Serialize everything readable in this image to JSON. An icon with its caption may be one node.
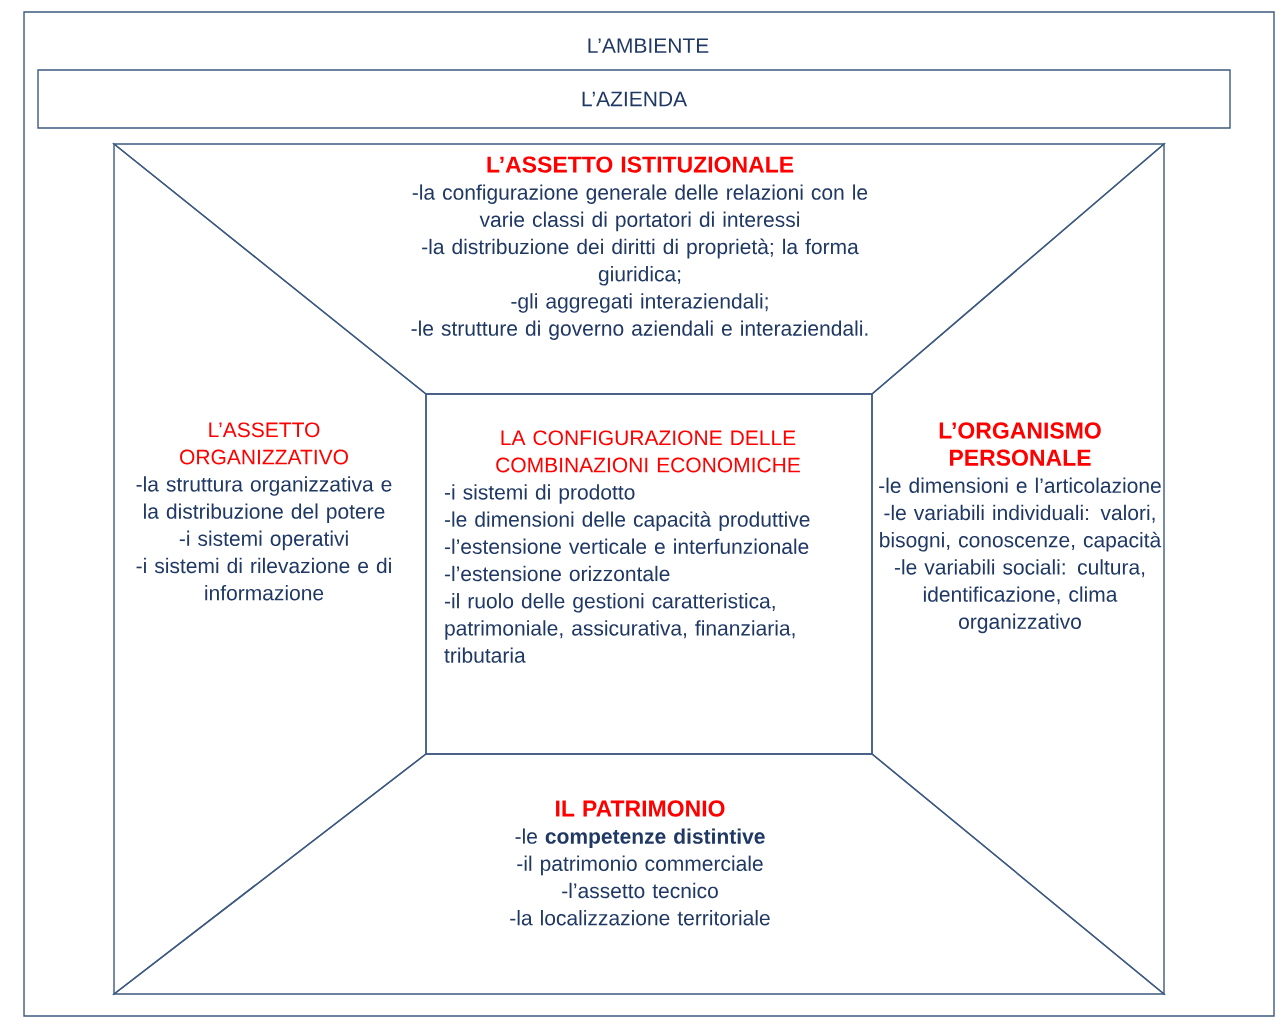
{
  "diagram": {
    "nodes": [
      {
        "text": [
          "L’AMBIENTE"
        ]
      },
      {
        "text": [
          "L’AZIENDA"
        ],
        "in": 0
      },
      {
        "text": [
          "L’ASSETTO ISTITUZIONALE",
          "-la configurazione generale delle relazioni con le varie classi di portatori di interessi",
          "-la distribuzione dei diritti di proprietà; la forma giuridica;",
          "-gli aggregati interaziendali;",
          "-le strutture di governo aziendali e interaziendali."
        ],
        "in": 0
      },
      {
        "text": [
          "L’ASSETTO ORGANIZZATIVO",
          "-la struttura organizzativa e la distribuzione del potere",
          "-i sistemi operativi",
          "-i sistemi di rilevazione e di informazione"
        ],
        "in": 0
      },
      {
        "text": [
          "LA CONFIGURAZIONE DELLE COMBINAZIONI ECONOMICHE",
          "-i sistemi di prodotto",
          "-le dimensioni delle capacità produttive",
          "-l’estensione verticale e interfunzionale",
          "-l’estensione orizzontale",
          "-il ruolo delle gestioni caratteristica, patrimoniale, assicurativa, finanziaria, tributaria"
        ],
        "in": 0
      },
      {
        "text": [
          "L’ORGANISMO PERSONALE",
          "-le dimensioni e l’articolazione",
          "-le variabili individuali: valori, bisogni, conoscenze, capacità",
          "-le variabili sociali: cultura, identificazione, clima organizzativo"
        ],
        "in": 0
      },
      {
        "text": [
          "IL PATRIMONIO",
          "-le **competenze distintive**",
          "-il patrimonio commerciale",
          "-l’assetto tecnico",
          "-la localizzazione territoriale"
        ],
        "in": 0
      }
    ]
  }
}
